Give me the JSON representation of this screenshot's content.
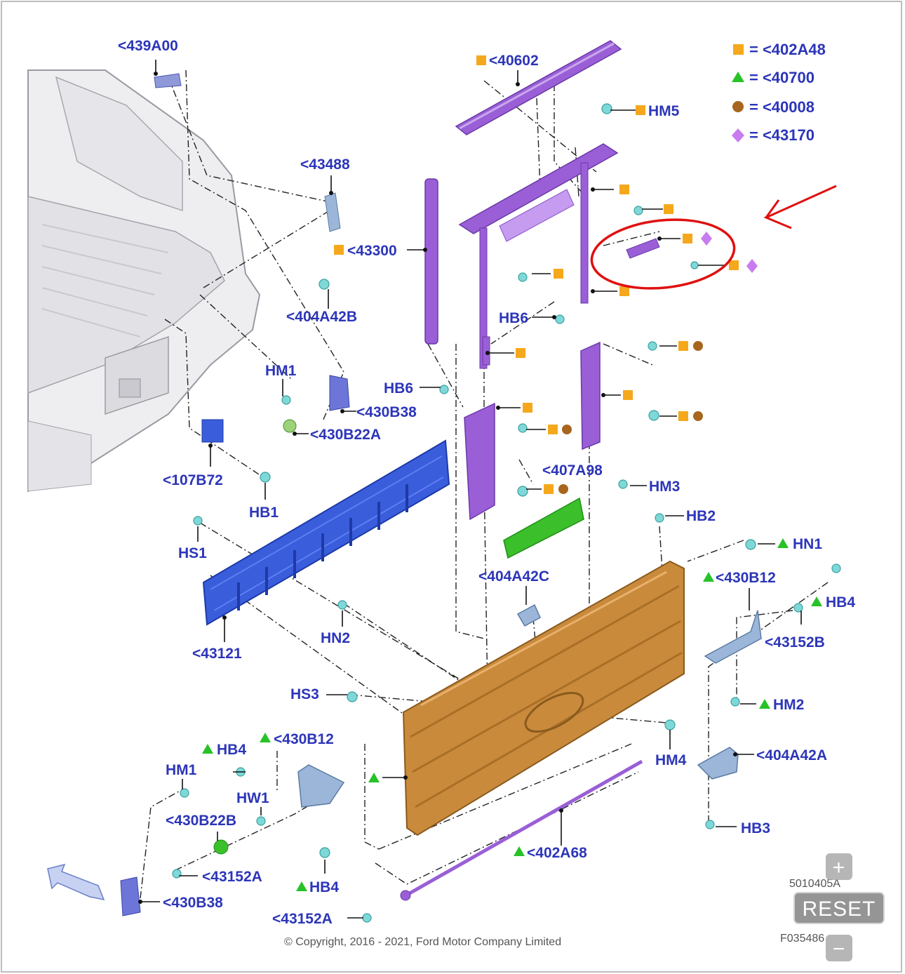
{
  "colors": {
    "label": "#2c35b8",
    "square": "#f5a81c",
    "triangle": "#27c227",
    "circle": "#a8651d",
    "diamond": "#c87cf0",
    "annotation": "#e01010",
    "tailgate": "#c98a3c",
    "panel_blue": "#3a5ddc",
    "rail_purple": "#9a5fd6",
    "seal_green": "#3bbf2a",
    "hardware_cyan": "#7fd8d8"
  },
  "legend": [
    {
      "shape": "square",
      "text": "= <402A48"
    },
    {
      "shape": "triangle",
      "text": "= <40700"
    },
    {
      "shape": "circle",
      "text": "= <40008"
    },
    {
      "shape": "diamond",
      "text": "= <43170"
    }
  ],
  "labels": {
    "p439A00": "<439A00",
    "p40602": "<40602",
    "hm5": "HM5",
    "p43488": "<43488",
    "p43300": "<43300",
    "p404A42B": "<404A42B",
    "hb6_a": "HB6",
    "hm1_a": "HM1",
    "hb6_b": "HB6",
    "p430B38_a": "<430B38",
    "p430B22A": "<430B22A",
    "p107B72": "<107B72",
    "hb1": "HB1",
    "p407A98": "<407A98",
    "hm3": "HM3",
    "hs1": "HS1",
    "hb2": "HB2",
    "hn1": "HN1",
    "p404A42C": "<404A42C",
    "p430B12_a": "<430B12",
    "hb4_a": "HB4",
    "p43152B": "<43152B",
    "p43121": "<43121",
    "hn2": "HN2",
    "hs3": "HS3",
    "hm2": "HM2",
    "hb4_b": "HB4",
    "p430B12_b": "<430B12",
    "hm4": "HM4",
    "p404A42A": "<404A42A",
    "hm1_b": "HM1",
    "hw1": "HW1",
    "p430B22B": "<430B22B",
    "hb3": "HB3",
    "p402A68": "<402A68",
    "p43152A_a": "<43152A",
    "hb4_c": "HB4",
    "p430B38_b": "<430B38",
    "p43152A_b": "<43152A"
  },
  "copyright": "© Copyright, 2016 - 2021, Ford Motor Company Limited",
  "controls": {
    "zoom_in": "+",
    "reset": "RESET",
    "zoom_out": "−"
  },
  "corner_codes": {
    "code1": "5010405A",
    "code2": "F035486"
  }
}
